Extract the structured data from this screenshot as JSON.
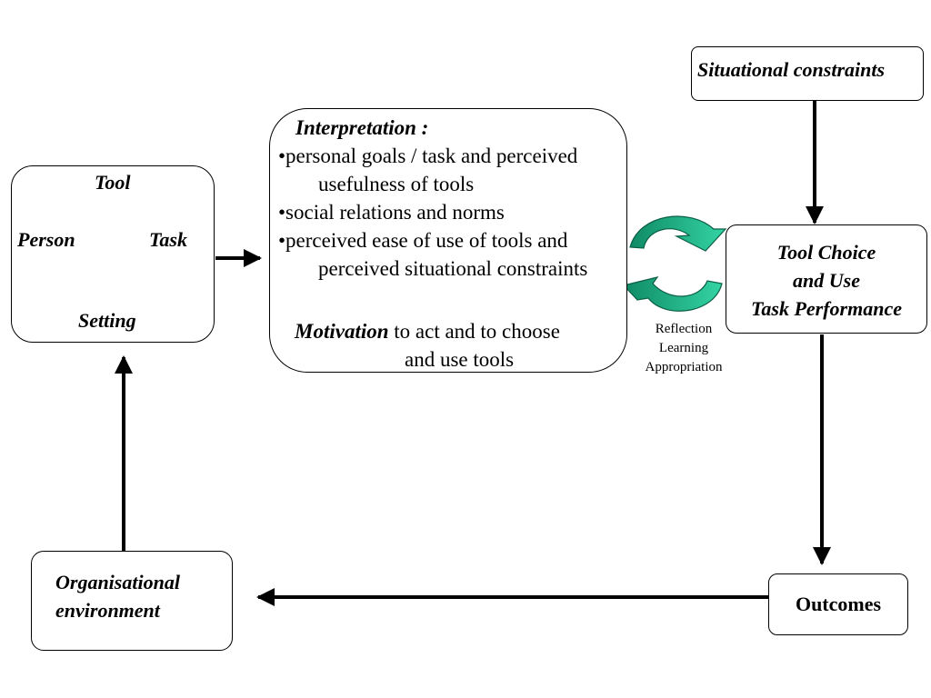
{
  "context_box": {
    "tool": "Tool",
    "person": "Person",
    "task": "Task",
    "setting": "Setting"
  },
  "interpretation_box": {
    "heading": "Interpretation :",
    "line1": "•personal goals / task and perceived",
    "line1b": "usefulness of tools",
    "line2": "•social relations and norms",
    "line3": "•perceived ease of use of tools and",
    "line3b": "perceived situational constraints",
    "motivation_bold": "Motivation",
    "motivation_rest": " to act and to choose",
    "motivation_line2": "and use tools"
  },
  "situational_constraints": "Situational constraints",
  "tool_choice_box": {
    "line1": "Tool Choice",
    "line2": "and Use",
    "line3": "Task Performance"
  },
  "cycle_labels": [
    "Reflection",
    "Learning",
    "Appropriation"
  ],
  "outcomes": "Outcomes",
  "org_env": {
    "line1": "Organisational",
    "line2": "environment"
  },
  "colors": {
    "cycle_arrow_fill": "#1aaa7f",
    "cycle_arrow_stroke": "#0b5e46"
  }
}
